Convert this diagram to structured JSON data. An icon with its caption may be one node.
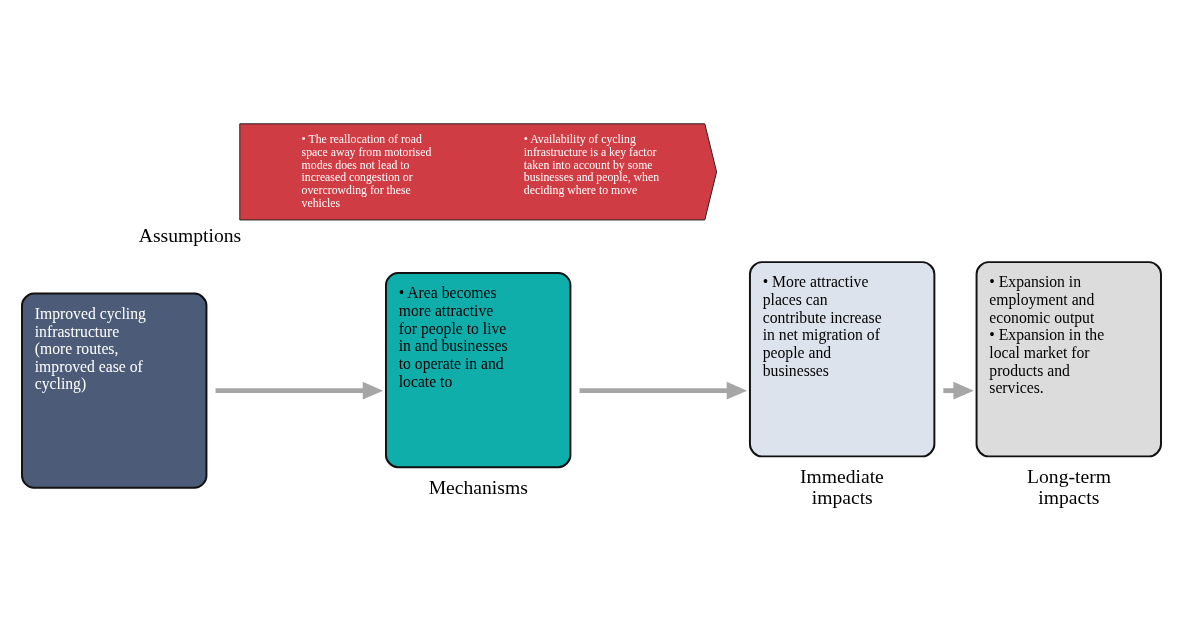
{
  "diagram": {
    "nodes": [
      {
        "text": [
          "Improved cycling infrastructure (more routes, improved ease of cycling)"
        ]
      },
      {
        "text": [
          "• Area becomes more attractive for people to live in and businesses to operate in and locate to"
        ],
        "beside": [
          "Mechanisms"
        ]
      },
      {
        "text": [
          "• More attractive places can contribute increase in net migration of people and businesses"
        ],
        "beside": [
          "Immediate impacts"
        ]
      },
      {
        "text": [
          "• Expansion in employment and economic output",
          "• Expansion in the local market for products and services."
        ],
        "beside": [
          "Long-term impacts"
        ]
      },
      {
        "text": [
          "• The reallocation of road space away from motorised modes does not lead to increased congestion or overcrowding for these vehicles",
          "• Availability of cycling infrastructure is a key factor taken into account by some businesses and people, when deciding where to move"
        ],
        "beside": [
          "Assumptions"
        ]
      }
    ],
    "edges": [
      {
        "from": 0,
        "to": 1,
        "arrow": "to"
      },
      {
        "from": 1,
        "to": 2,
        "arrow": "to"
      },
      {
        "from": 2,
        "to": 3,
        "arrow": "to"
      }
    ]
  }
}
